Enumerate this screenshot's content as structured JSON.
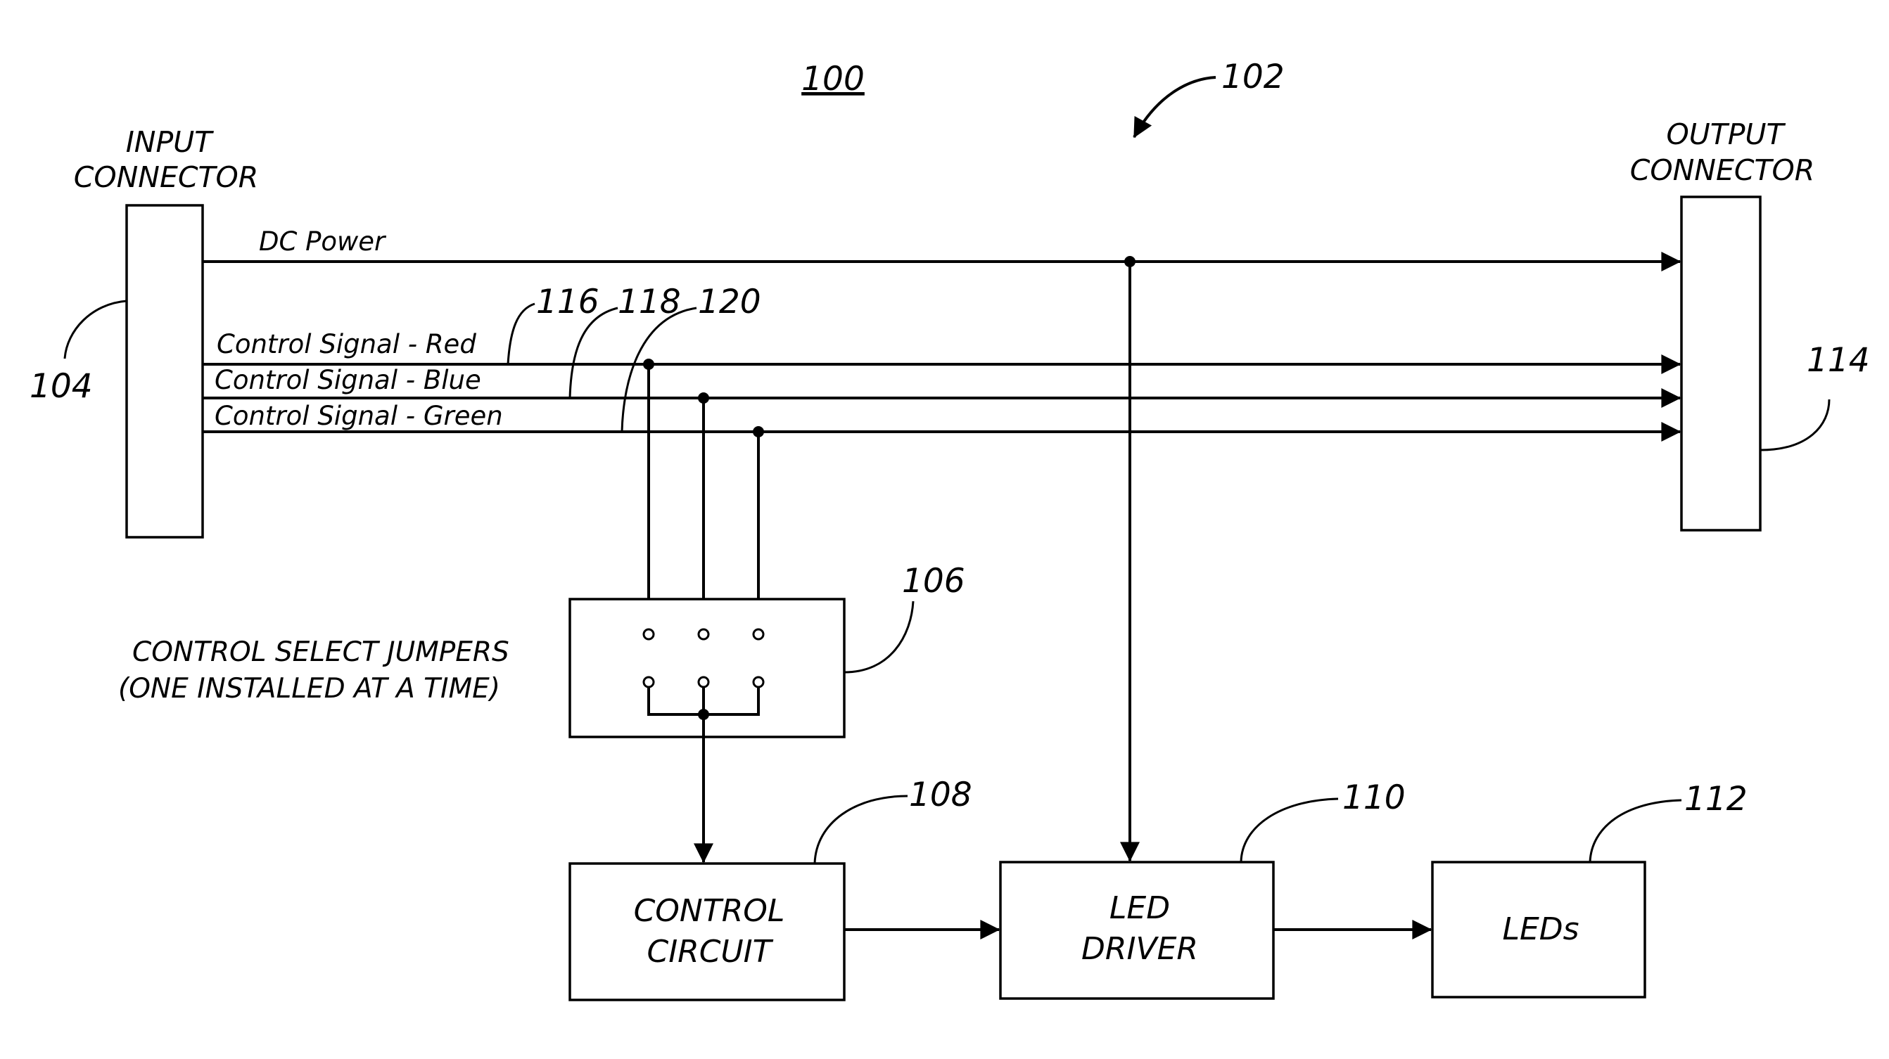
{
  "figure": {
    "number": "100",
    "arrow_ref": "102"
  },
  "input_connector": {
    "label_line1": "INPUT",
    "label_line2": "CONNECTOR",
    "ref": "104"
  },
  "output_connector": {
    "label_line1": "OUTPUT",
    "label_line2": "CONNECTOR",
    "ref": "114"
  },
  "signals": {
    "dc_power": "DC Power",
    "red": "Control Signal - Red",
    "blue": "Control Signal - Blue",
    "green": "Control Signal - Green",
    "ref_red": "116",
    "ref_blue": "118",
    "ref_green": "120"
  },
  "jumpers": {
    "caption_line1": "CONTROL SELECT JUMPERS",
    "caption_line2": "(ONE INSTALLED AT A TIME)",
    "ref": "106"
  },
  "control_circuit": {
    "line1": "CONTROL",
    "line2": "CIRCUIT",
    "ref": "108"
  },
  "led_driver": {
    "line1": "LED",
    "line2": "DRIVER",
    "ref": "110"
  },
  "leds": {
    "label": "LEDs",
    "ref": "112"
  }
}
